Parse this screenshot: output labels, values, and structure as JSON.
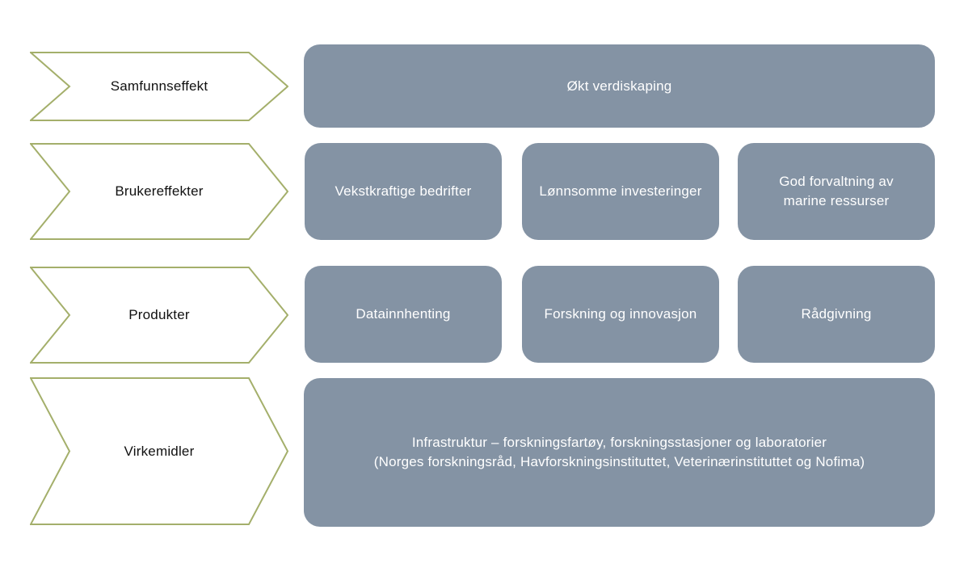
{
  "colors": {
    "box_fill": "#8493A4",
    "box_text": "#ffffff",
    "chevron_fill": "#ffffff",
    "chevron_stroke": "#A4AF6B",
    "chevron_text": "#111111",
    "background": "#ffffff"
  },
  "rows": [
    {
      "stage": "Samfunnseffekt",
      "boxes": [
        {
          "lines": [
            "Økt verdiskaping"
          ]
        }
      ]
    },
    {
      "stage": "Brukereffekter",
      "boxes": [
        {
          "lines": [
            "Vekstkraftige bedrifter"
          ]
        },
        {
          "lines": [
            "Lønnsomme investeringer"
          ]
        },
        {
          "lines": [
            "God forvaltning av",
            "marine ressurser"
          ]
        }
      ]
    },
    {
      "stage": "Produkter",
      "boxes": [
        {
          "lines": [
            "Datainnhenting"
          ]
        },
        {
          "lines": [
            "Forskning og innovasjon"
          ]
        },
        {
          "lines": [
            "Rådgivning"
          ]
        }
      ]
    },
    {
      "stage": "Virkemidler",
      "boxes": [
        {
          "lines": [
            "Infrastruktur – forskningsfartøy, forskningsstasjoner og laboratorier",
            "(Norges forskningsråd, Havforskningsinstituttet, Veterinærinstituttet og Nofima)"
          ]
        }
      ]
    }
  ]
}
